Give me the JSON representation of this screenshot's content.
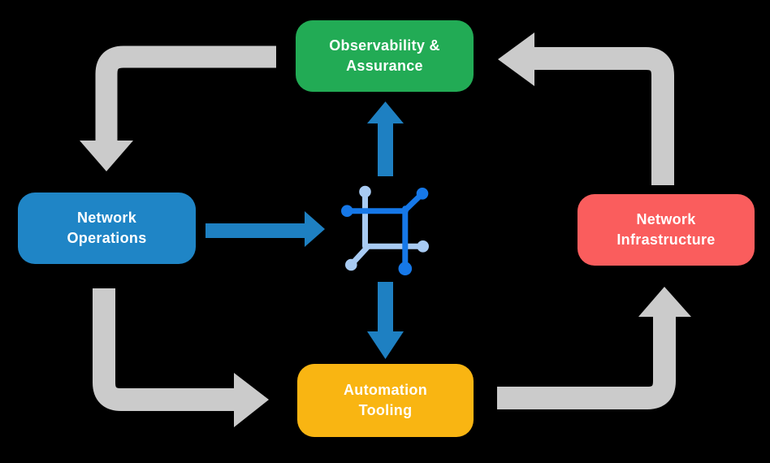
{
  "nodes": {
    "observability": {
      "label": "Observability & Assurance",
      "lines": [
        "Observability &",
        "Assurance"
      ],
      "color": "#22AB55"
    },
    "operations": {
      "label": "Network Operations",
      "lines": [
        "Network",
        "Operations"
      ],
      "color": "#1F85C6"
    },
    "infrastructure": {
      "label": "Network Infrastructure",
      "lines": [
        "Network",
        "Infrastructure"
      ],
      "color": "#FA5D5D"
    },
    "automation": {
      "label": "Automation Tooling",
      "lines": [
        "Automation",
        "Tooling"
      ],
      "color": "#F9B512"
    }
  },
  "center_icon": {
    "name": "network-platform-icon",
    "color_primary": "#1678E8",
    "color_secondary": "#A8CBF3"
  },
  "arrows": {
    "gray_color": "#CBCBCB",
    "blue_color": "#1E80C2",
    "cycle": [
      {
        "from": "observability",
        "to": "operations"
      },
      {
        "from": "operations",
        "to": "automation"
      },
      {
        "from": "automation",
        "to": "infrastructure"
      },
      {
        "from": "infrastructure",
        "to": "observability"
      }
    ],
    "center_links": [
      {
        "from": "operations",
        "to": "center"
      },
      {
        "from": "center",
        "to": "observability"
      },
      {
        "from": "center",
        "to": "automation"
      }
    ]
  },
  "text_color": "#FFFFFF",
  "background": "#000000"
}
